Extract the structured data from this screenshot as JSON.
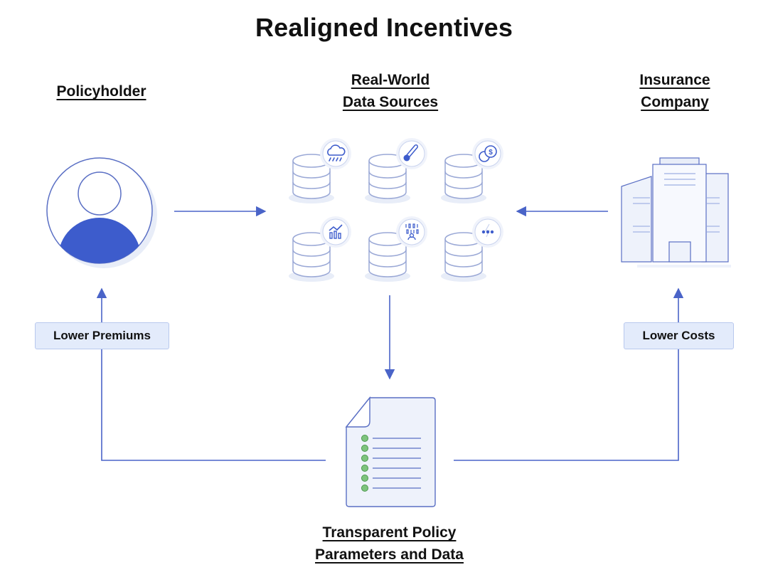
{
  "title": "Realigned Incentives",
  "nodes": {
    "policyholder": {
      "label": "Policyholder"
    },
    "data_sources": {
      "label_line1": "Real-World",
      "label_line2": "Data Sources"
    },
    "insurance": {
      "label_line1": "Insurance",
      "label_line2": "Company"
    },
    "policy": {
      "label_line1": "Transparent Policy",
      "label_line2": "Parameters and Data"
    }
  },
  "edges": {
    "left_label": "Lower Premiums",
    "right_label": "Lower Costs"
  },
  "data_source_icons": [
    "rain-cloud-icon",
    "thermometer-icon",
    "coins-icon",
    "chart-icon",
    "binary-data-icon",
    "more-dots-icon"
  ],
  "colors": {
    "accent": "#3d5ccc",
    "arrow": "#4a64c8",
    "light_fill": "#e3ebfb",
    "stroke": "#5a6fc4",
    "check": "#7ec47e"
  }
}
